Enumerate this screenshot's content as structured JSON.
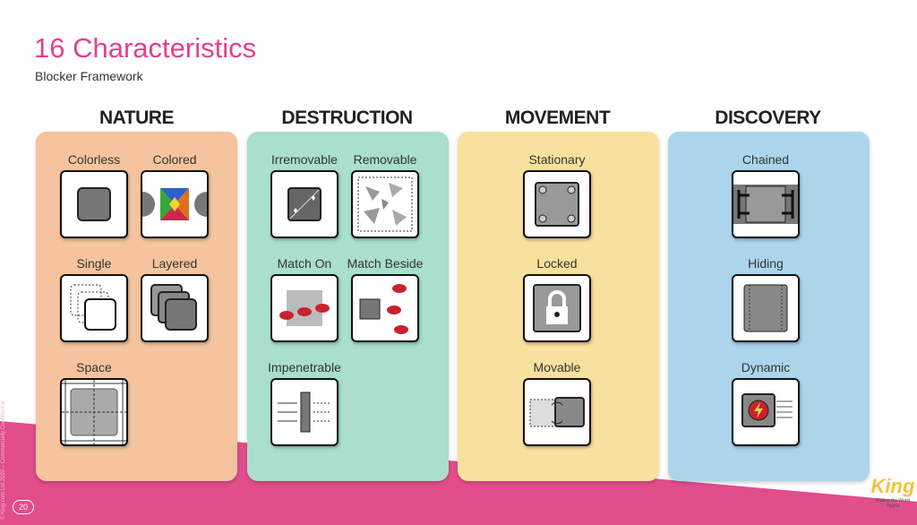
{
  "title": "16 Characteristics",
  "subtitle": "Blocker Framework",
  "columns": [
    {
      "heading": "NATURE",
      "color": "#f5c49e",
      "items": [
        "Colorless",
        "Colored",
        "Single",
        "Layered",
        "Space"
      ]
    },
    {
      "heading": "DESTRUCTION",
      "color": "#a9dfcc",
      "items": [
        "Irremovable",
        "Removable",
        "Match On",
        "Match Beside",
        "Impenetrable"
      ]
    },
    {
      "heading": "MOVEMENT",
      "color": "#f8e19e",
      "items": [
        "Stationary",
        "Locked",
        "Movable"
      ]
    },
    {
      "heading": "DISCOVERY",
      "color": "#acd5ec",
      "items": [
        "Chained",
        "Hiding",
        "Dynamic"
      ]
    }
  ],
  "footer": {
    "page": "20",
    "copyright": "© King.com Ltd 2020 – Commercially Confidential",
    "logo": "King",
    "tagline": "Making the World Playful"
  },
  "colors": {
    "accent": "#e5408a"
  }
}
